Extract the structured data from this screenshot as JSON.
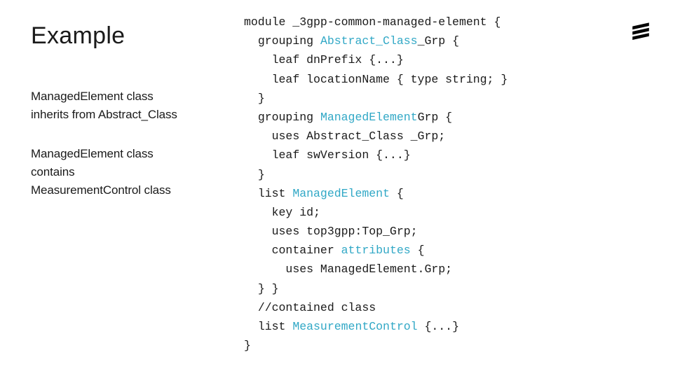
{
  "slide": {
    "title": "Example",
    "background_color": "#ffffff",
    "text_color": "#1a1a1a",
    "accent_color": "#31a8c6",
    "bullets": [
      "ManagedElement class\ninherits from Abstract_Class",
      "ManagedElement class\ncontains\nMeasurementControl  class"
    ]
  },
  "brand": {
    "logo_name": "ericsson-logo",
    "logo_color": "#000000"
  },
  "code": {
    "language": "yang",
    "lines": [
      {
        "indent": 0,
        "spans": [
          {
            "t": "module _3gpp-common-managed-element {",
            "hl": false
          }
        ]
      },
      {
        "indent": 1,
        "spans": [
          {
            "t": "grouping ",
            "hl": false
          },
          {
            "t": "Abstract_Class",
            "hl": true
          },
          {
            "t": "_Grp {",
            "hl": false
          }
        ]
      },
      {
        "indent": 2,
        "spans": [
          {
            "t": "leaf dnPrefix {...}",
            "hl": false
          }
        ]
      },
      {
        "indent": 2,
        "spans": [
          {
            "t": "leaf locationName { type string; }",
            "hl": false
          }
        ]
      },
      {
        "indent": 1,
        "spans": [
          {
            "t": "}",
            "hl": false
          }
        ]
      },
      {
        "indent": 1,
        "spans": [
          {
            "t": "grouping ",
            "hl": false
          },
          {
            "t": "ManagedElement",
            "hl": true
          },
          {
            "t": "Grp {",
            "hl": false
          }
        ]
      },
      {
        "indent": 2,
        "spans": [
          {
            "t": "uses Abstract_Class _Grp;",
            "hl": false
          }
        ]
      },
      {
        "indent": 2,
        "spans": [
          {
            "t": "leaf swVersion {...}",
            "hl": false
          }
        ]
      },
      {
        "indent": 1,
        "spans": [
          {
            "t": "}",
            "hl": false
          }
        ]
      },
      {
        "indent": 1,
        "spans": [
          {
            "t": "list ",
            "hl": false
          },
          {
            "t": "ManagedElement",
            "hl": true
          },
          {
            "t": " {",
            "hl": false
          }
        ]
      },
      {
        "indent": 2,
        "spans": [
          {
            "t": "key id;",
            "hl": false
          }
        ]
      },
      {
        "indent": 2,
        "spans": [
          {
            "t": "uses top3gpp:Top_Grp;",
            "hl": false
          }
        ]
      },
      {
        "indent": 2,
        "spans": [
          {
            "t": "container ",
            "hl": false
          },
          {
            "t": "attributes",
            "hl": true
          },
          {
            "t": " {",
            "hl": false
          }
        ]
      },
      {
        "indent": 3,
        "spans": [
          {
            "t": "uses ManagedElement.Grp;",
            "hl": false
          }
        ]
      },
      {
        "indent": 1,
        "spans": [
          {
            "t": "} }",
            "hl": false
          }
        ]
      },
      {
        "indent": 1,
        "spans": [
          {
            "t": "//contained class",
            "hl": false
          }
        ]
      },
      {
        "indent": 1,
        "spans": [
          {
            "t": "list ",
            "hl": false
          },
          {
            "t": "MeasurementControl",
            "hl": true
          },
          {
            "t": " {...}",
            "hl": false
          }
        ]
      },
      {
        "indent": 0,
        "spans": [
          {
            "t": "}",
            "hl": false
          }
        ]
      }
    ]
  }
}
